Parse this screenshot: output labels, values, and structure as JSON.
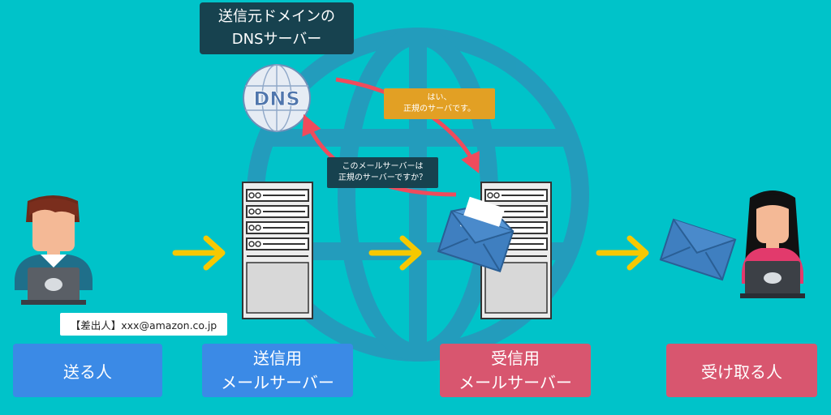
{
  "dns_server": {
    "title": "送信元ドメインの\nDNSサーバー",
    "icon_text": "DNS"
  },
  "dialog": {
    "question": "このメールサーバーは\n正規のサーバーですか？",
    "answer": "はい、\n正規のサーバです。"
  },
  "sender": {
    "label": "送る人",
    "from_header": "【差出人】xxx@amazon.co.jp"
  },
  "sending_server": {
    "label": "送信用\nメールサーバー"
  },
  "receiving_server": {
    "label": "受信用\nメールサーバー"
  },
  "receiver": {
    "label": "受け取る人"
  },
  "colors": {
    "background": "#00c3c9",
    "blue_box": "#3b8ae6",
    "red_box": "#d8566f",
    "arrow_yellow": "#f7c800",
    "arrow_red": "#ef4b5c",
    "dark_box": "#17424f",
    "answer_box": "#e2a024"
  }
}
